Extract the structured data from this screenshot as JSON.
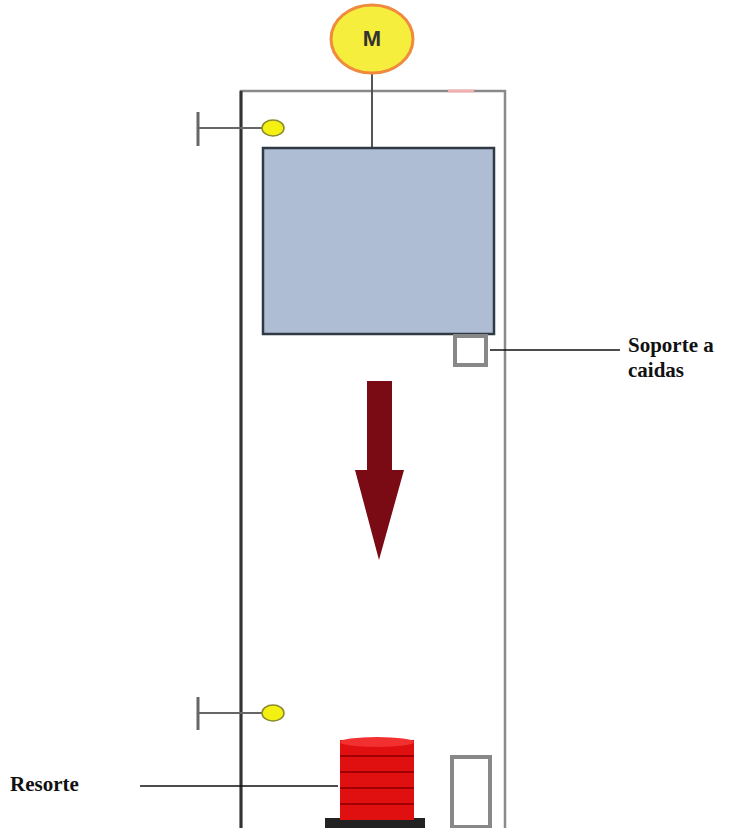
{
  "diagram": {
    "nodes": [
      {
        "text": [
          "M"
        ]
      }
    ],
    "labels": [
      "Soporte a caidas",
      "Resorte"
    ]
  }
}
